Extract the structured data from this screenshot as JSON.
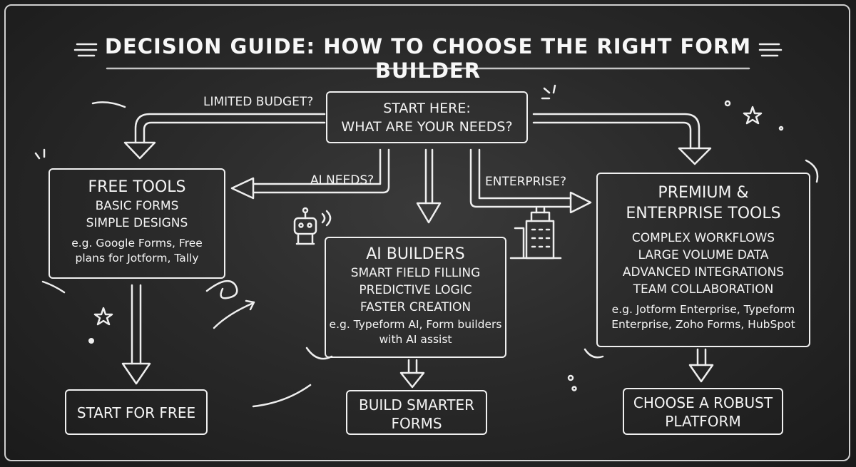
{
  "title": "DECISION GUIDE: HOW TO CHOOSE THE RIGHT FORM BUILDER",
  "start": {
    "line1": "START HERE:",
    "line2": "WHAT ARE YOUR NEEDS?"
  },
  "branch_labels": {
    "budget": "LIMITED BUDGET?",
    "ai": "AI NEEDS?",
    "enterprise": "ENTERPRISE?"
  },
  "free_tools": {
    "heading": "FREE TOOLS",
    "features": [
      "BASIC FORMS",
      "SIMPLE DESIGNS"
    ],
    "example_lines": [
      "e.g. Google Forms, Free",
      "plans for Jotform, Tally"
    ]
  },
  "ai_builders": {
    "heading": "AI BUILDERS",
    "features": [
      "SMART FIELD FILLING",
      "PREDICTIVE LOGIC",
      "FASTER CREATION"
    ],
    "example_lines": [
      "e.g. Typeform AI, Form builders",
      "with AI assist"
    ]
  },
  "premium": {
    "heading_lines": [
      "PREMIUM &",
      "ENTERPRISE TOOLS"
    ],
    "features": [
      "COMPLEX WORKFLOWS",
      "LARGE VOLUME DATA",
      "ADVANCED INTEGRATIONS",
      "TEAM COLLABORATION"
    ],
    "example_lines": [
      "e.g. Jotform Enterprise, Typeform",
      "Enterprise, Zoho Forms, HubSpot"
    ]
  },
  "outcomes": {
    "free": [
      "START FOR FREE"
    ],
    "ai": [
      "BUILD SMARTER",
      "FORMS"
    ],
    "premium": [
      "CHOOSE A ROBUST",
      "PLATFORM"
    ]
  },
  "icons": [
    "robot-icon",
    "building-icon",
    "star-icon",
    "sparkle-icon"
  ],
  "colors": {
    "board": "#2a2a2a",
    "chalk": "#f0f0f0"
  }
}
